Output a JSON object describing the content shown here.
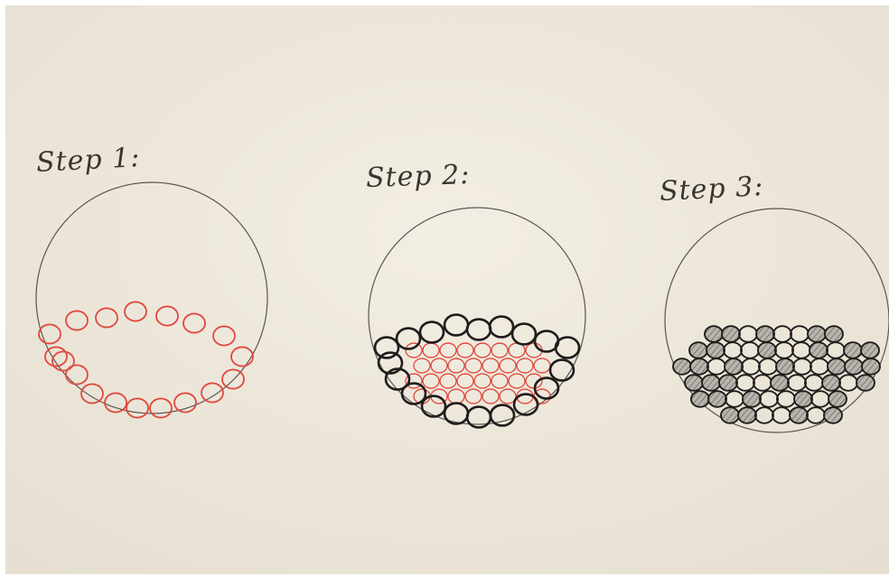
{
  "steps": [
    {
      "label": "Step 1:"
    },
    {
      "label": "Step 2:"
    },
    {
      "label": "Step 3:"
    }
  ],
  "colors": {
    "paper": "#efe9dd",
    "pencil": "#5a5650",
    "red_ink": "#e0483d",
    "black_ink": "#1f1d1c"
  }
}
